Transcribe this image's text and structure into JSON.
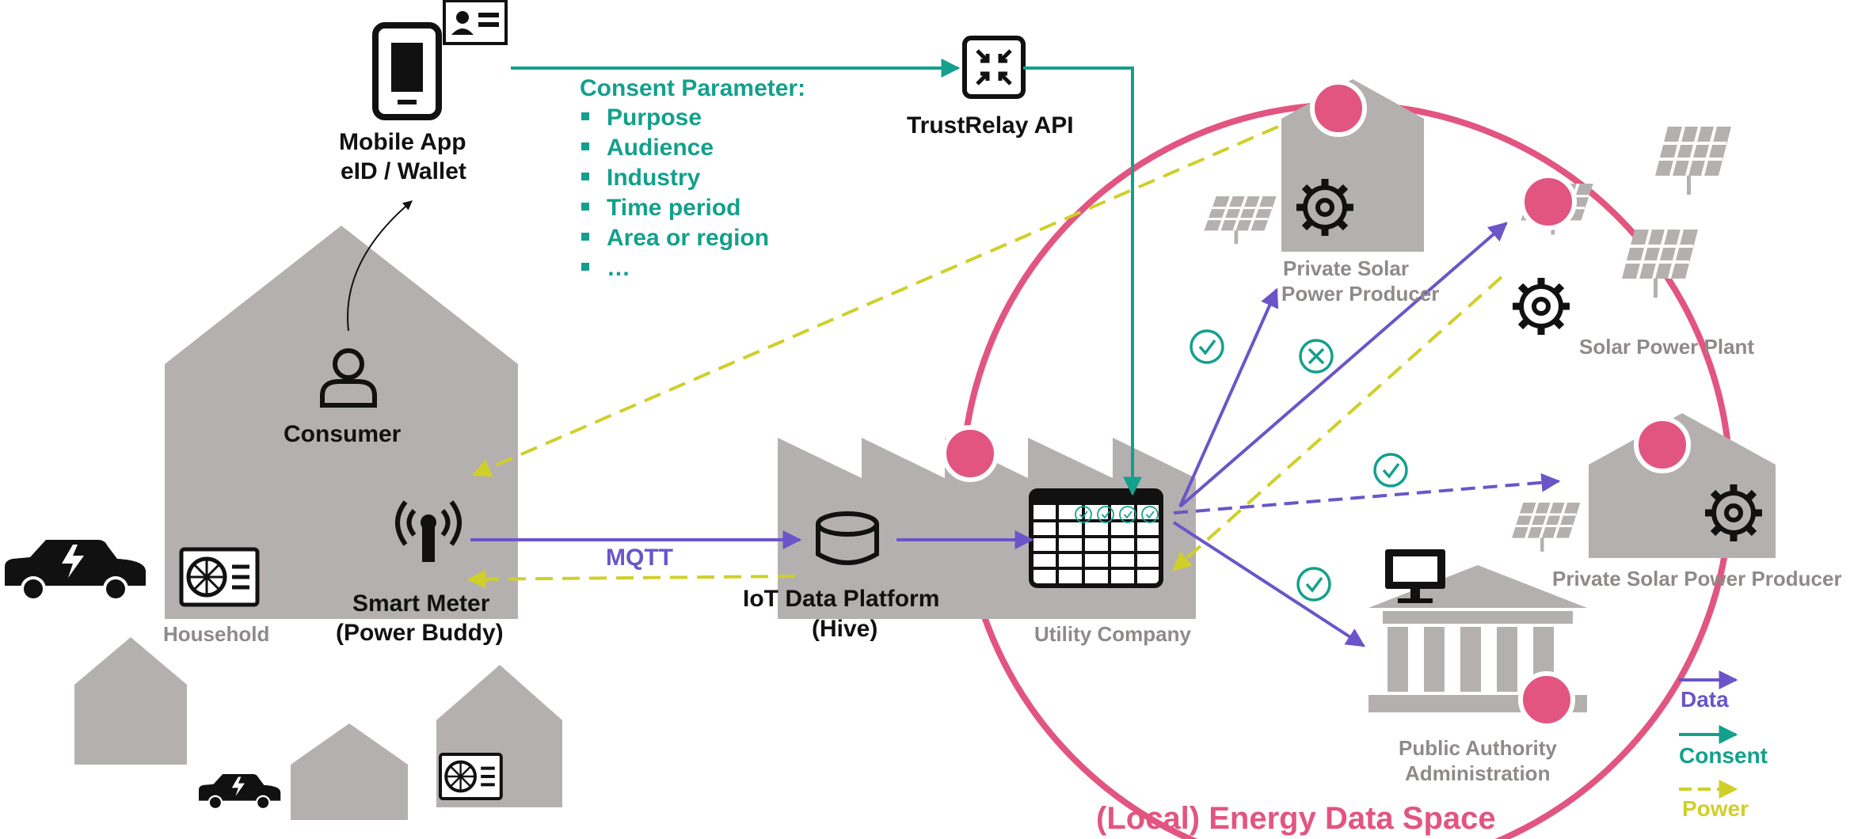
{
  "labels": {
    "mobile_app": "Mobile App",
    "eid_wallet": "eID / Wallet",
    "trustrelay": "TrustRelay API",
    "consumer": "Consumer",
    "household": "Household",
    "smart_meter": "Smart Meter",
    "power_buddy": "(Power Buddy)",
    "mqtt": "MQTT",
    "iot_platform": "IoT Data Platform",
    "hive": "(Hive)",
    "utility": "Utility Company",
    "private_solar_1a": "Private Solar",
    "private_solar_1b": "Power Producer",
    "solar_plant": "Solar Power Plant",
    "private_solar_2": "Private Solar Power Producer",
    "public_authority_a": "Public Authority",
    "public_authority_b": "Administration",
    "data_space": "(Local) Energy Data Space"
  },
  "consent": {
    "title": "Consent Parameter:",
    "items": [
      "Purpose",
      "Audience",
      "Industry",
      "Time period",
      "Area or region",
      "…"
    ]
  },
  "legend": [
    {
      "label": "Data",
      "color": "#6a55c8",
      "style": "solid"
    },
    {
      "label": "Consent",
      "color": "#13a08c",
      "style": "solid"
    },
    {
      "label": "Power",
      "color": "#cfcf2a",
      "style": "dashed"
    }
  ],
  "colors": {
    "building_gray": "#b5b0b0",
    "data_purple": "#6a55c8",
    "consent_teal": "#13a08c",
    "power_yellow": "#cfcf2a",
    "dataspace_pink": "#e25581"
  },
  "icons": [
    "phone-icon",
    "id-card-icon",
    "trustrelay-icon",
    "user-icon",
    "antenna-icon",
    "heat-pump-icon",
    "car-charging-icon",
    "database-icon",
    "table-grid-icon",
    "gear-icon",
    "solar-panel-icon",
    "monitor-icon",
    "government-building-icon",
    "check-circle-icon",
    "x-circle-icon"
  ]
}
